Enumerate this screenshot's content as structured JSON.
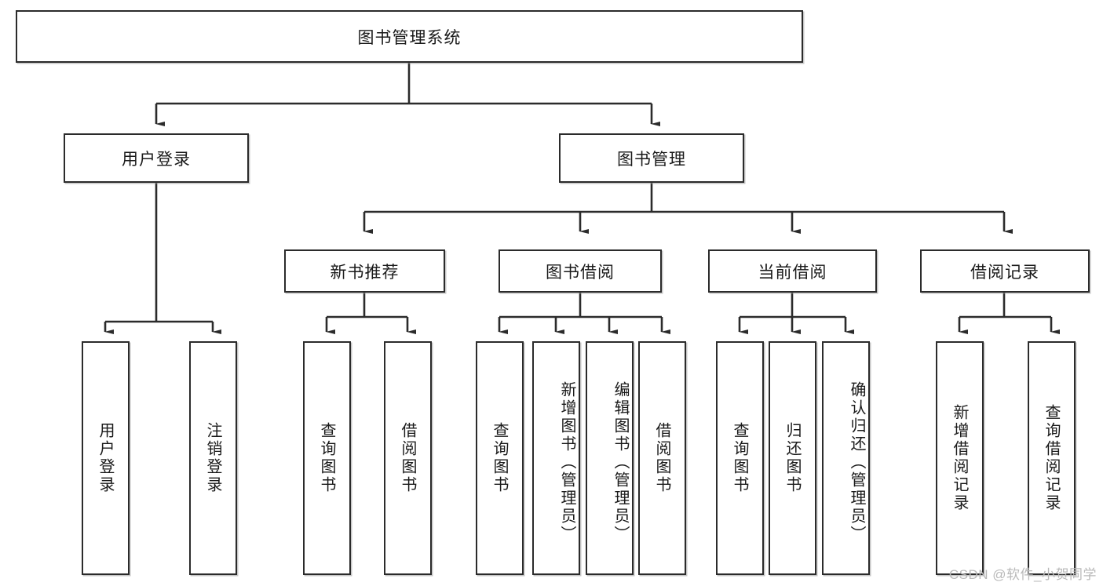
{
  "diagram": {
    "title": "图书管理系统",
    "type": "tree",
    "root": {
      "label": "图书管理系统"
    },
    "level2": [
      {
        "label": "用户登录"
      },
      {
        "label": "图书管理"
      }
    ],
    "level3": [
      {
        "label": "新书推荐"
      },
      {
        "label": "图书借阅"
      },
      {
        "label": "当前借阅"
      },
      {
        "label": "借阅记录"
      }
    ],
    "leaves": {
      "user_login": [
        {
          "label": "用户登录"
        },
        {
          "label": "注销登录"
        }
      ],
      "new_book_recommend": [
        {
          "label": "查询图书"
        },
        {
          "label": "借阅图书"
        }
      ],
      "book_borrow": [
        {
          "label": "查询图书"
        },
        {
          "label": "新增图书（管理员）"
        },
        {
          "label": "编辑图书（管理员）"
        },
        {
          "label": "借阅图书"
        }
      ],
      "current_borrow": [
        {
          "label": "查询图书"
        },
        {
          "label": "归还图书"
        },
        {
          "label": "确认归还（管理员）"
        }
      ],
      "borrow_record": [
        {
          "label": "新增借阅记录"
        },
        {
          "label": "查询借阅记录"
        }
      ]
    },
    "colors": {
      "stroke": "#2b2b2b",
      "fill": "#ffffff",
      "text": "#1a1a1a"
    }
  },
  "watermark": {
    "text": "CSDN @软件_小贺同学"
  }
}
